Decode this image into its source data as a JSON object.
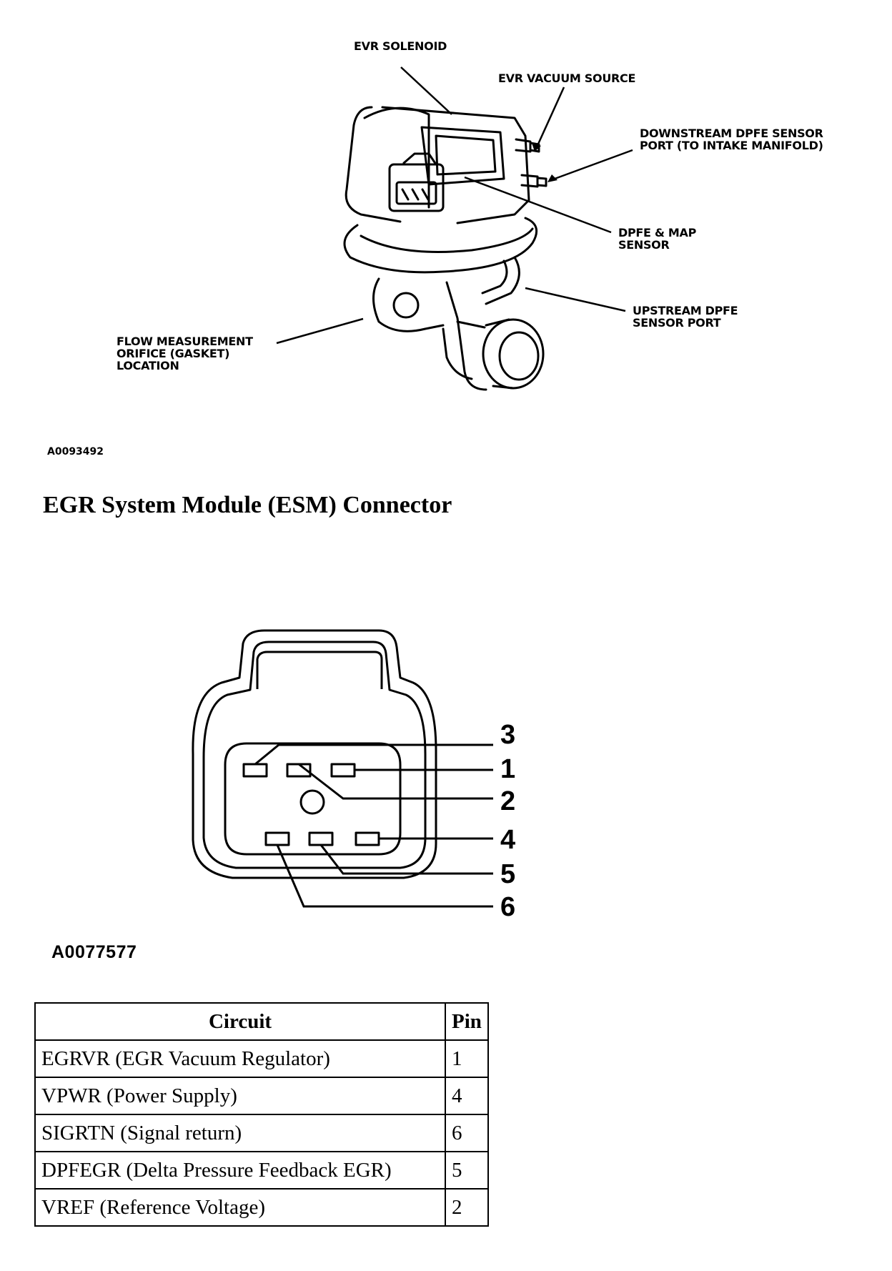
{
  "figure1": {
    "callouts": {
      "evr_solenoid": "EVR SOLENOID",
      "evr_vacuum_source": "EVR VACUUM SOURCE",
      "downstream_port": "DOWNSTREAM DPFE SENSOR\nPORT (TO INTAKE MANIFOLD)",
      "dpfe_map": "DPFE & MAP\nSENSOR",
      "upstream_port": "UPSTREAM DPFE\nSENSOR PORT",
      "flow_orifice": "FLOW MEASUREMENT\nORIFICE (GASKET)\nLOCATION"
    },
    "figure_id": "A0093492"
  },
  "heading": "EGR System Module (ESM) Connector",
  "figure2": {
    "pin_labels": [
      "3",
      "1",
      "2",
      "4",
      "5",
      "6"
    ],
    "figure_id": "A0077577"
  },
  "table": {
    "headers": [
      "Circuit",
      "Pin"
    ],
    "rows": [
      {
        "circuit": "EGRVR (EGR Vacuum Regulator)",
        "pin": "1"
      },
      {
        "circuit": "VPWR (Power Supply)",
        "pin": "4"
      },
      {
        "circuit": "SIGRTN (Signal return)",
        "pin": "6"
      },
      {
        "circuit": "DPFEGR (Delta Pressure Feedback EGR)",
        "pin": "5"
      },
      {
        "circuit": "VREF (Reference Voltage)",
        "pin": "2"
      }
    ]
  }
}
